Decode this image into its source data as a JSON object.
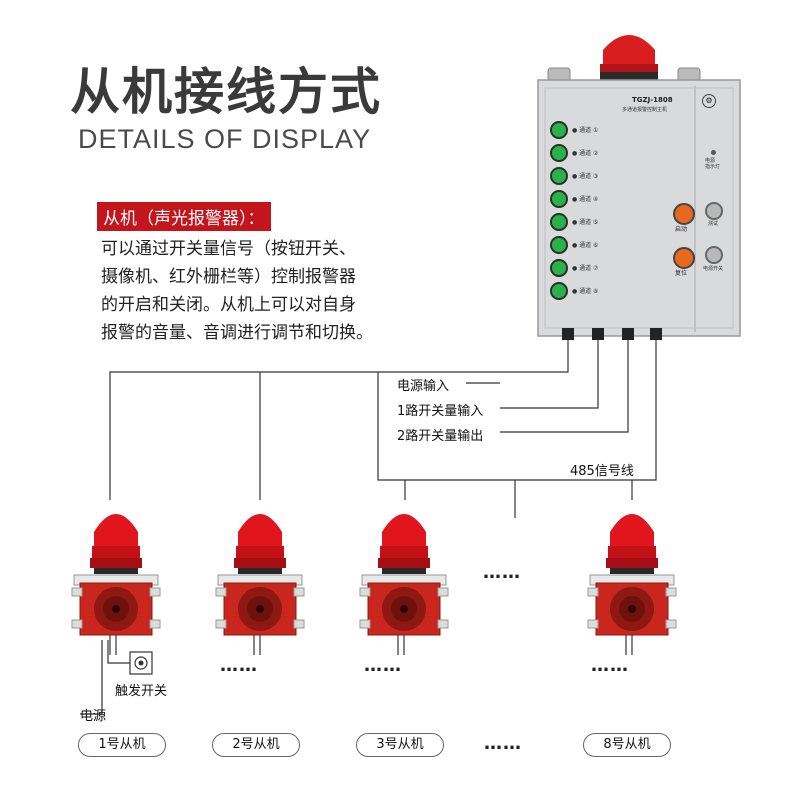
{
  "heading": {
    "title": "从机接线方式",
    "subtitle": "DETAILS OF DISPLAY"
  },
  "description": {
    "tag": "从机（声光报警器）：",
    "lines": [
      "可以通过开关量信号（按钮开关、",
      "摄像机、红外栅栏等）控制报警器",
      "的开启和关闭。从机上可以对自身",
      "报警的音量、音调进行调节和切换。"
    ]
  },
  "controller": {
    "model": "TGZJ-1808",
    "model_sub": "多通道报警控制主机",
    "channels": [
      "通道 ①",
      "通道 ②",
      "通道 ③",
      "通道 ④",
      "通道 ⑤",
      "通道 ⑥",
      "通道 ⑦",
      "通道 ⑧"
    ],
    "btn_start": "启动",
    "btn_reset": "复位",
    "lamp_label": "电源\n指示灯",
    "switch_label": "电源开关",
    "test_label": "测试",
    "colors": {
      "body": "#d9dadb",
      "channel_green": "#27b24a",
      "button_orange": "#e8691e",
      "beacon_red": "#d81e1e"
    }
  },
  "wiring": {
    "power_in": "电源输入",
    "switch_in": "1路开关量输入",
    "switch_out": "2路开关量输出",
    "bus": "485信号线"
  },
  "slaves": {
    "trigger": "触发开关",
    "power": "电源",
    "tags": [
      "1号从机",
      "2号从机",
      "3号从机",
      "8号从机"
    ],
    "ellipsis": "……",
    "colors": {
      "beacon": "#e0161c",
      "housing": "#c9261e"
    }
  }
}
